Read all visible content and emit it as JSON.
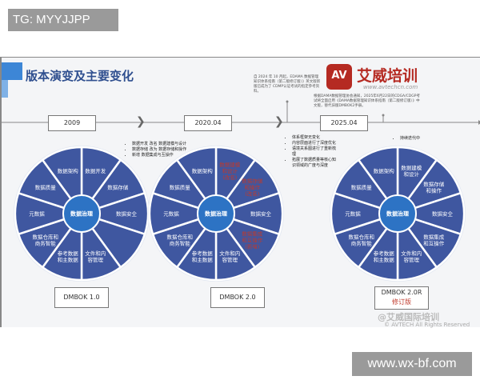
{
  "overlay_tag": "TG: MYYJJPP",
  "overlay_site": "www.wx-bf.com",
  "slide": {
    "title": "版本演变及主要变化",
    "note_top": "自 2024 年 10 月起，EDAMA 数据管理知识体系指南（第二版修订版）》英文版新版已成为了 CDMP认证考试的指定参考资料。",
    "note_right": "根据DAMA数据管理协会通知，2025年6月22日的CDGA/CDGP考试将全面启用《DAMA数据管理知识体系指南（第二版修订版）》中文版，替代旧版DMBOK2手册。",
    "logo_mark": "AV",
    "brand_name": "艾威培训",
    "brand_url": "www.avtechcn.com",
    "timeline": [
      {
        "year": "2009",
        "bullets": [
          "数据开发 改名 数据建模与设计",
          "数据存储 改为 数据存储和操作",
          "新增 数据集成与互操作"
        ]
      },
      {
        "year": "2020.04",
        "bullets": [
          "体系框架无变化",
          "内容层面进行了深度优化",
          "语境关系图进行了重新梳理",
          "拓展了数据质量等核心知识领域的广度与深度"
        ]
      },
      {
        "year": "2025.04",
        "bullets": [
          "持续迭代中"
        ]
      }
    ],
    "wheels": [
      {
        "center": "数据治理",
        "version": "DMBOK 1.0",
        "version_note": "",
        "segments": [
          {
            "text": [
              "数据开发"
            ],
            "red": false
          },
          {
            "text": [
              "数据存储"
            ],
            "red": false
          },
          {
            "text": [
              "数据安全"
            ],
            "red": false
          },
          {
            "text": [],
            "red": false
          },
          {
            "text": [
              "文件和内",
              "容管理"
            ],
            "red": false
          },
          {
            "text": [
              "参考数据",
              "和主数据"
            ],
            "red": false
          },
          {
            "text": [
              "数据仓库和",
              "商务智能"
            ],
            "red": false
          },
          {
            "text": [
              "元数据"
            ],
            "red": false
          },
          {
            "text": [
              "数据质量"
            ],
            "red": false
          },
          {
            "text": [
              "数据架构"
            ],
            "red": false
          }
        ]
      },
      {
        "center": "数据治理",
        "version": "DMBOK 2.0",
        "version_note": "",
        "segments": [
          {
            "text": [
              "数据建模",
              "和设计",
              "(改名)"
            ],
            "red": true
          },
          {
            "text": [
              "数据存储",
              "和操作",
              "(改名)"
            ],
            "red": true
          },
          {
            "text": [
              "数据安全"
            ],
            "red": false
          },
          {
            "text": [
              "数据集成",
              "和互操作",
              "(新增)"
            ],
            "red": true
          },
          {
            "text": [
              "文件和内",
              "容管理"
            ],
            "red": false
          },
          {
            "text": [
              "参考数据",
              "和主数据"
            ],
            "red": false
          },
          {
            "text": [
              "数据仓库和",
              "商务智能"
            ],
            "red": false
          },
          {
            "text": [
              "元数据"
            ],
            "red": false
          },
          {
            "text": [
              "数据质量"
            ],
            "red": false
          },
          {
            "text": [
              "数据架构"
            ],
            "red": false
          }
        ]
      },
      {
        "center": "数据治理",
        "version": "DMBOK 2.0R",
        "version_note": "修订版",
        "segments": [
          {
            "text": [
              "数据建模",
              "和设计"
            ],
            "red": false
          },
          {
            "text": [
              "数据存储",
              "和操作"
            ],
            "red": false
          },
          {
            "text": [
              "数据安全"
            ],
            "red": false
          },
          {
            "text": [
              "数据集成",
              "和互操作"
            ],
            "red": false
          },
          {
            "text": [
              "文件和内",
              "容管理"
            ],
            "red": false
          },
          {
            "text": [
              "参考数据",
              "和主数据"
            ],
            "red": false
          },
          {
            "text": [
              "数据仓库和",
              "商务智能"
            ],
            "red": false
          },
          {
            "text": [
              "元数据"
            ],
            "red": false
          },
          {
            "text": [
              "数据质量"
            ],
            "red": false
          },
          {
            "text": [
              "数据架构"
            ],
            "red": false
          }
        ]
      }
    ],
    "watermark": "@艾威国际培训",
    "copyright": "© AVTECH All Rights Reserved",
    "colors": {
      "segment": "#3f57a0",
      "center": "#2d73c4",
      "red_text": "#c0392b",
      "title": "#2f4f8f"
    }
  }
}
